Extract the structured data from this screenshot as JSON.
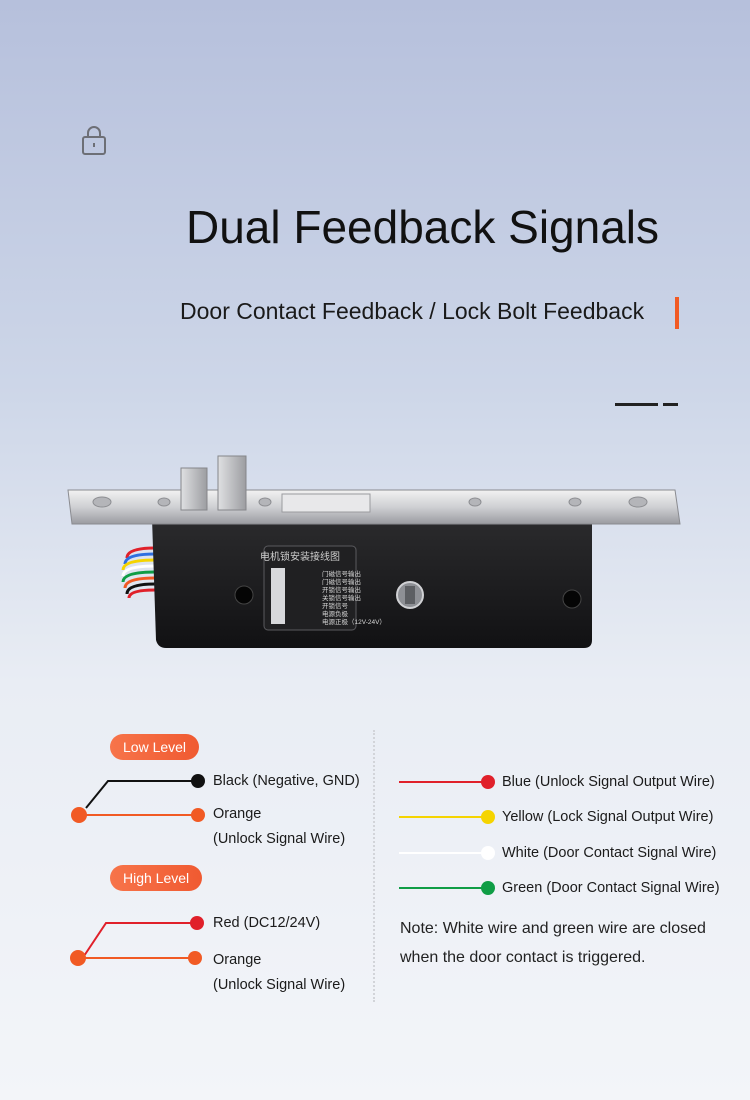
{
  "header": {
    "title": "Dual Feedback Signals",
    "subtitle": "Door Contact Feedback / Lock Bolt Feedback"
  },
  "colors": {
    "accent": "#f15a24",
    "black_wire": "#111111",
    "orange_wire": "#f15a24",
    "red_wire": "#e0202a",
    "blue_wire": "#e0202a",
    "yellow_wire": "#f5d400",
    "white_wire": "#ffffff",
    "green_wire": "#0f9d45"
  },
  "product": {
    "label_title": "电机锁安装接线图",
    "label_rows": [
      "门磁信号输出",
      "门磁信号输出",
      "开锁信号输出",
      "关锁信号输出",
      "开锁信号",
      "电源负极",
      "电源正极（12V-24V）"
    ]
  },
  "low_level": {
    "badge": "Low Level",
    "black_label": "Black (Negative, GND)",
    "orange_label": "Orange",
    "orange_sub": "(Unlock Signal Wire)"
  },
  "high_level": {
    "badge": "High Level",
    "red_label": "Red (DC12/24V)",
    "orange_label": "Orange",
    "orange_sub": "(Unlock Signal Wire)"
  },
  "feedback_wires": [
    {
      "label": "Blue (Unlock Signal Output Wire)",
      "color": "#e0202a"
    },
    {
      "label": "Yellow (Lock Signal Output Wire)",
      "color": "#f5d400"
    },
    {
      "label": "White (Door Contact Signal Wire)",
      "color": "#ffffff"
    },
    {
      "label": "Green (Door Contact Signal Wire)",
      "color": "#0f9d45"
    }
  ],
  "note": "Note: White wire and green wire are closed when the door contact is triggered."
}
